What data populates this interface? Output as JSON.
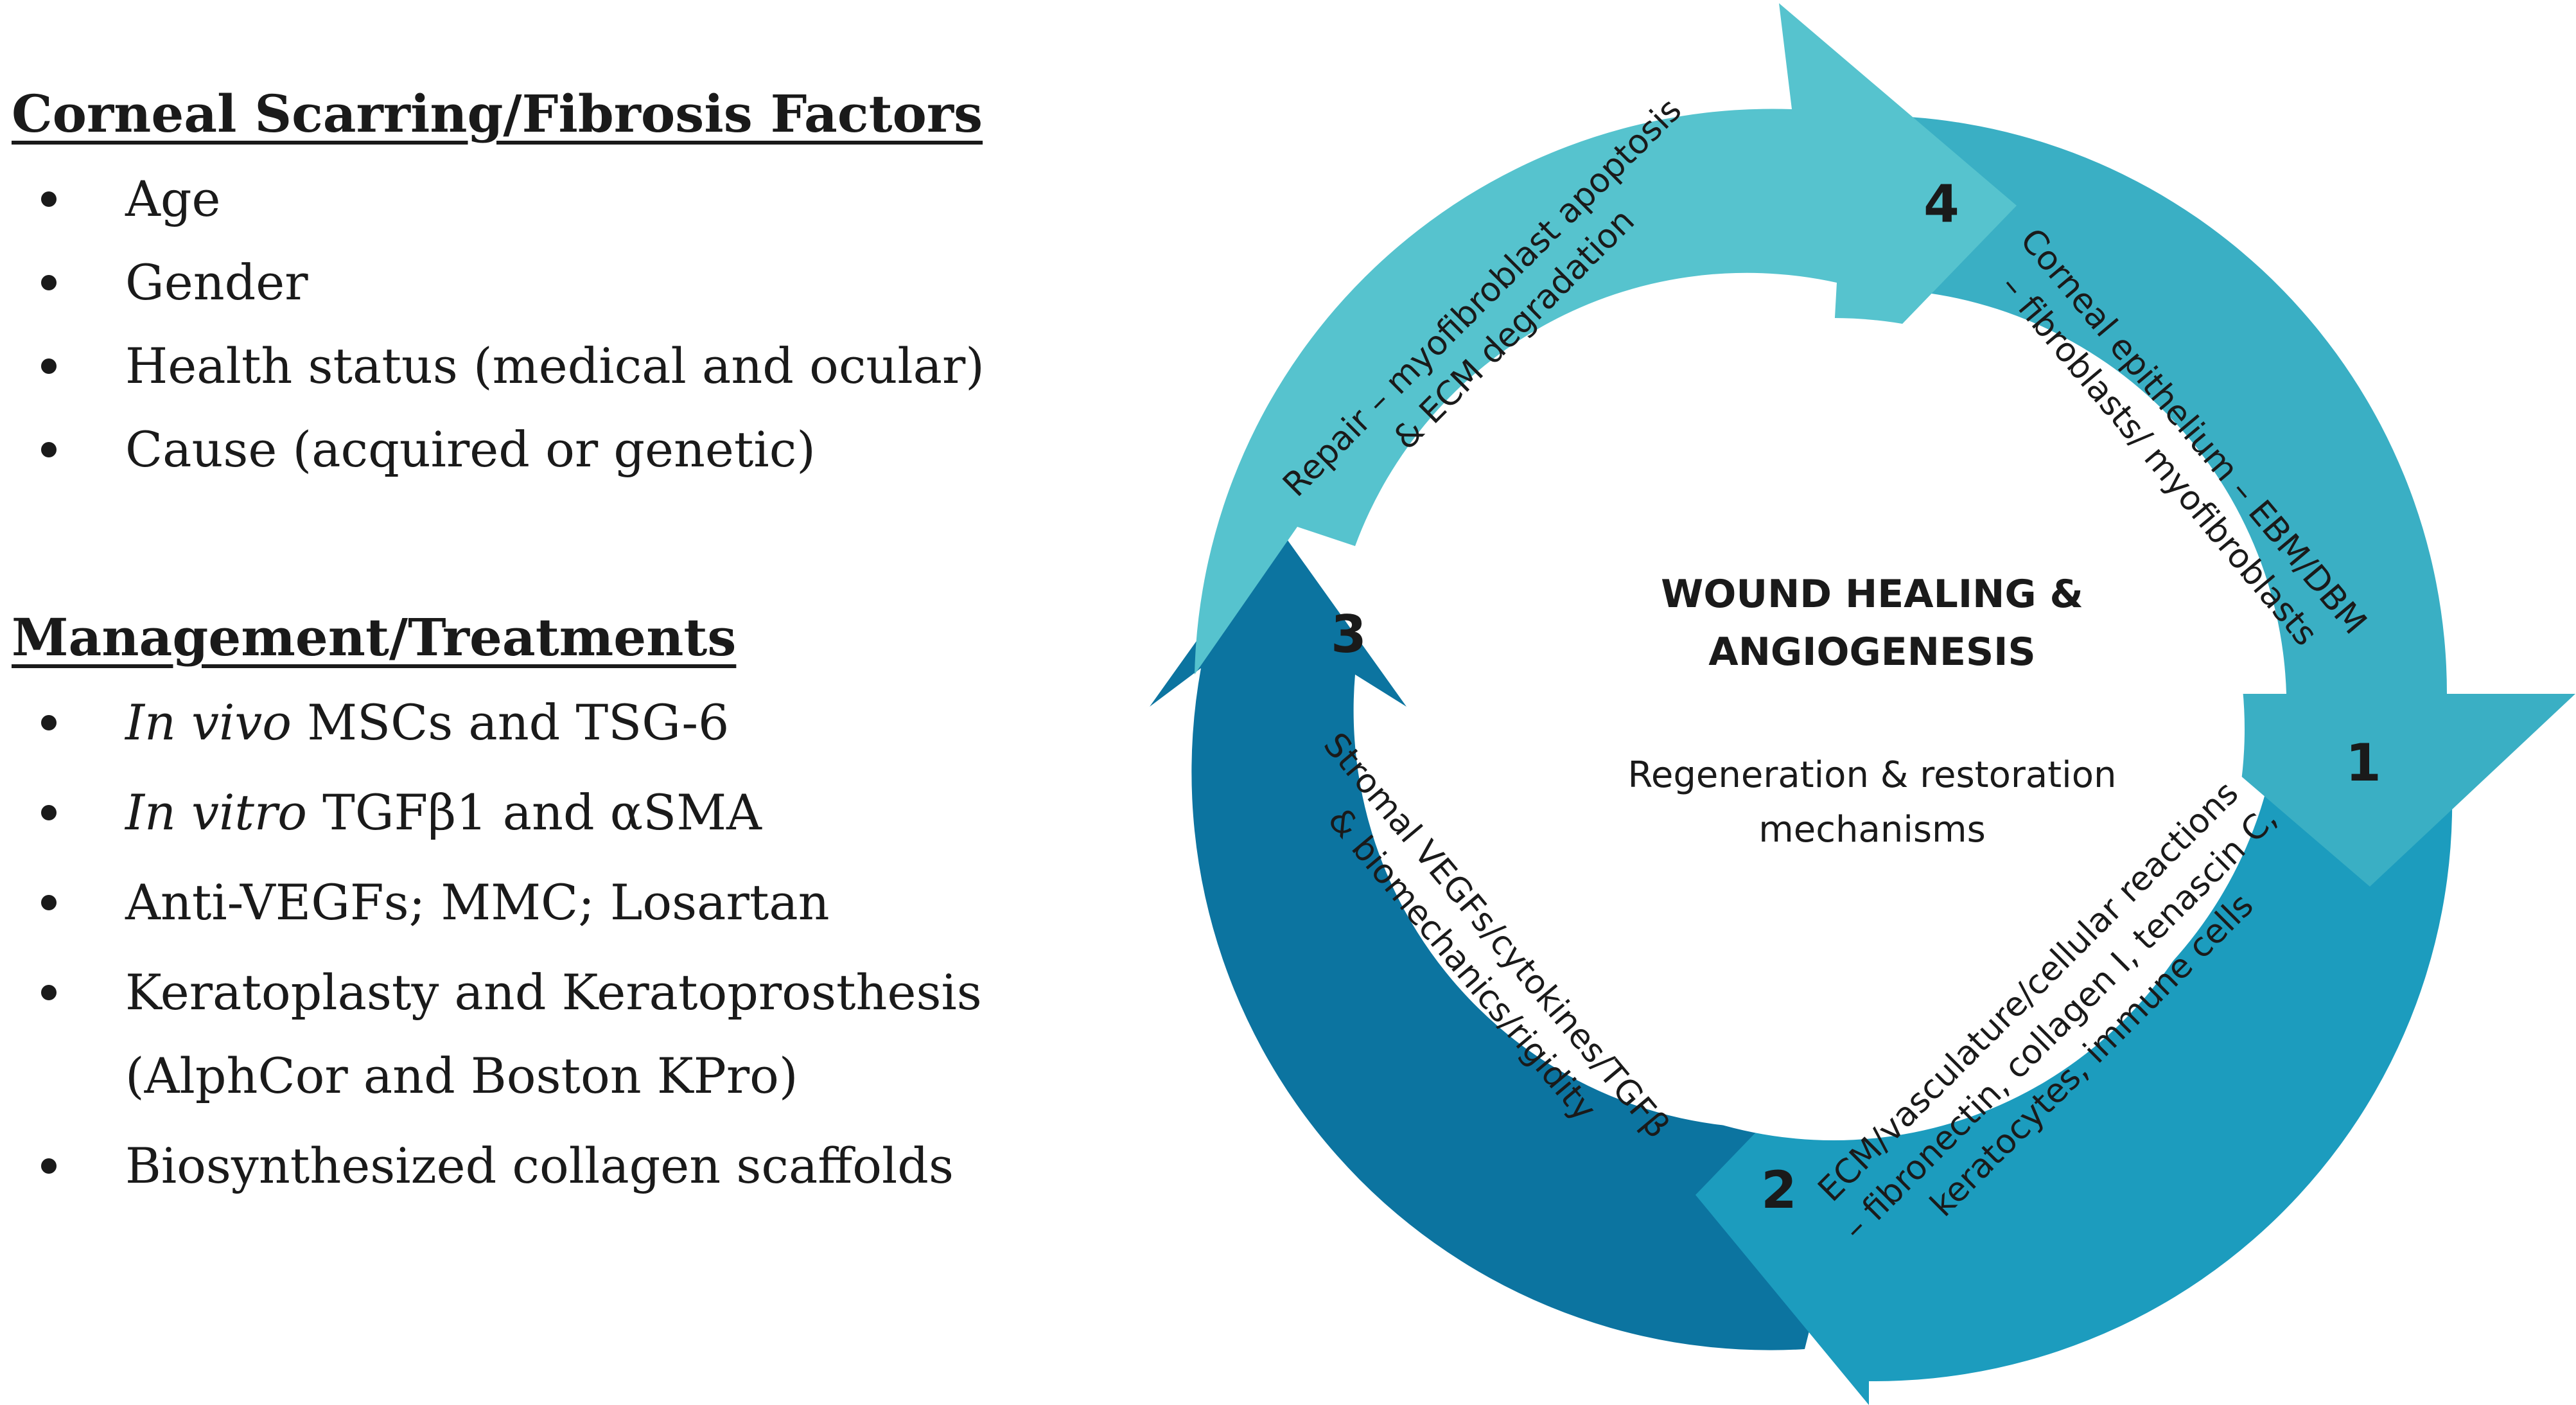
{
  "factors": {
    "heading": "Corneal Scarring/Fibrosis Factors",
    "items": [
      "Age",
      "Gender",
      "Health status (medical and ocular)",
      "Cause (acquired or genetic)"
    ]
  },
  "treatments": {
    "heading": "Management/Treatments",
    "items": [
      {
        "emph": "In vivo",
        "text": " MSCs and TSG-6"
      },
      {
        "emph": "In vitro",
        "text": " TGFβ1 and αSMA"
      },
      {
        "emph": "",
        "text": "Anti-VEGFs; MMC; Losartan"
      },
      {
        "emph": "",
        "text": "Keratoplasty and Keratoprosthesis",
        "text2": "(AlphCor and Boston KPro)"
      },
      {
        "emph": "",
        "text": "Biosynthesized collagen scaffolds"
      }
    ]
  },
  "cycle": {
    "center_title_line1": "WOUND HEALING &",
    "center_title_line2": "ANGIOGENESIS",
    "center_subtitle_line1": "Regeneration & restoration",
    "center_subtitle_line2": "mechanisms",
    "colors": {
      "step1": "#3AAFC4",
      "step2": "#1C9CBE",
      "step3": "#0C74A0",
      "step4": "#56C3CE"
    },
    "steps": [
      {
        "number": "1",
        "line1": "Corneal epithelium – EBM/DBM",
        "line2": "– fibroblasts/ myofibroblasts"
      },
      {
        "number": "2",
        "line1": "ECM/vasculature/cellular reactions",
        "line2": "– fibronectin, collagen I, tenascin C,",
        "line3": "keratocytes, immune cells"
      },
      {
        "number": "3",
        "line1": "Stromal VEGFs/cytokines/TGFβ",
        "line2": "& biomechanics/rigidity"
      },
      {
        "number": "4",
        "line1": "Repair – myofibroblast apoptosis",
        "line2": "& ECM degradation"
      }
    ]
  }
}
